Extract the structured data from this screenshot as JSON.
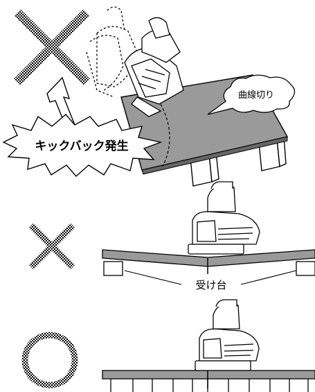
{
  "figure": {
    "labels": {
      "kickback": "キックバック発生",
      "curved_cut": "曲線切り",
      "support": "受け台"
    },
    "marks": {
      "wrong": "×",
      "correct": "○"
    },
    "colors": {
      "ink": "#000000",
      "board": "#9a9a9a",
      "board_edge": "#555555",
      "mark_gray": "#6b6b6b",
      "paper": "#ffffff"
    }
  }
}
